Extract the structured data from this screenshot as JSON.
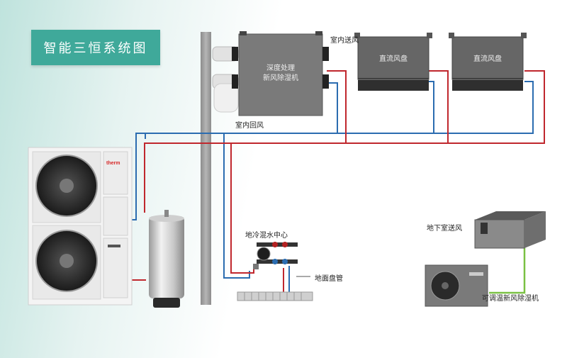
{
  "title": "智能三恒系统图",
  "labels": {
    "indoor_supply": "室内送风",
    "indoor_return": "室内回风",
    "fresh_unit_line1": "深度处理",
    "fresh_unit_line2": "新风除湿机",
    "fan_coil_1": "直流风盘",
    "fan_coil_2": "直流风盘",
    "floor_mixing": "地冷混水中心",
    "floor_coil": "地面盘管",
    "basement_supply": "地下室送风",
    "adjustable_unit": "可调温新风除湿机",
    "brand": "therm"
  },
  "colors": {
    "title_bg": "#3fa99a",
    "hot_pipe": "#c0272d",
    "cold_pipe": "#2b6cb0",
    "green_pipe": "#7ac143",
    "unit_gray": "#6b6b6b"
  }
}
